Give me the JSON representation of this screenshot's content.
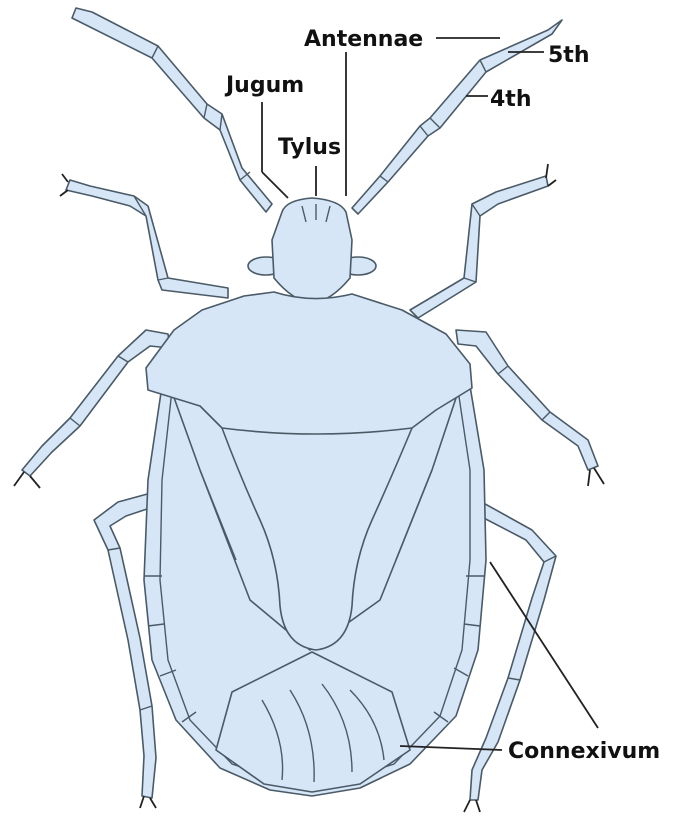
{
  "labels": {
    "antennae": "Antennae",
    "fifth": "5th",
    "fourth": "4th",
    "jugum": "Jugum",
    "tylus": "Tylus",
    "connexivum": "Connexivum"
  },
  "colors": {
    "body_fill": "#d6e6f7",
    "outline": "#4a5a66",
    "label_text": "#111111"
  }
}
